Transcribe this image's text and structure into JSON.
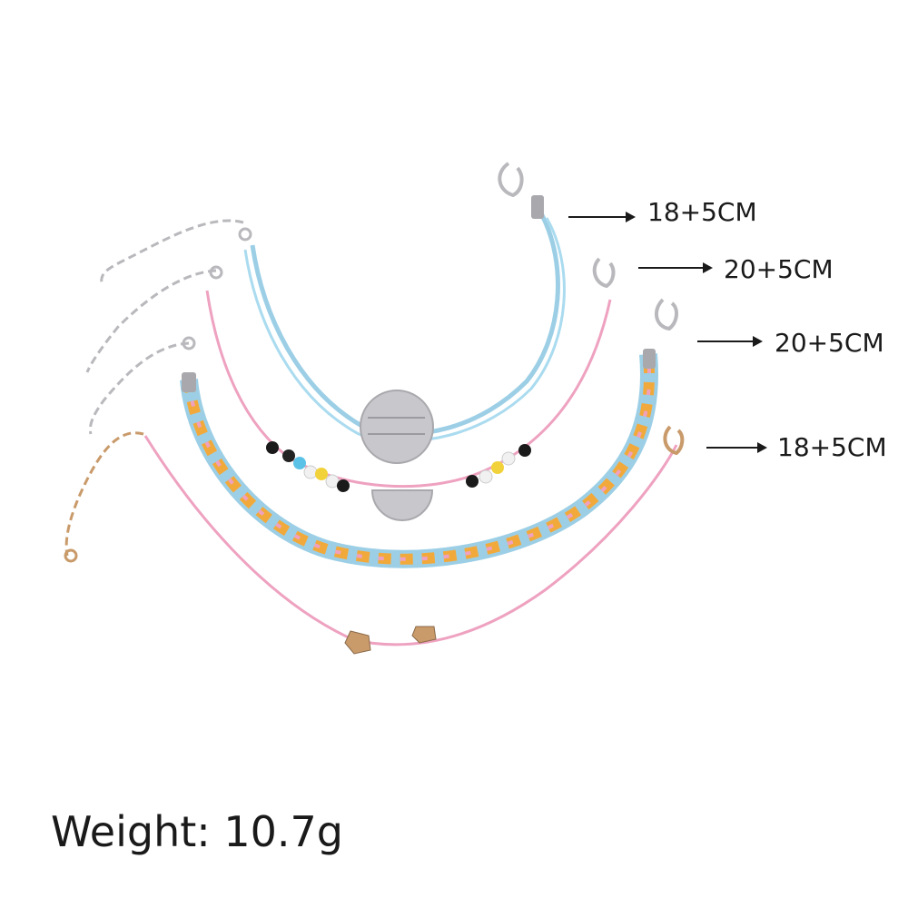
{
  "sizes": [
    {
      "text": "18+5CM"
    },
    {
      "text": "20+5CM"
    },
    {
      "text": "20+5CM"
    },
    {
      "text": "18+5CM"
    }
  ],
  "weight": "Weight: 10.7g",
  "colors": {
    "blue_cord": "#9ccfe6",
    "pink_cord": "#eea2c0",
    "orange_braid": "#f2a93b",
    "silver": "#c8c8cc",
    "gold": "#c99a6a"
  }
}
